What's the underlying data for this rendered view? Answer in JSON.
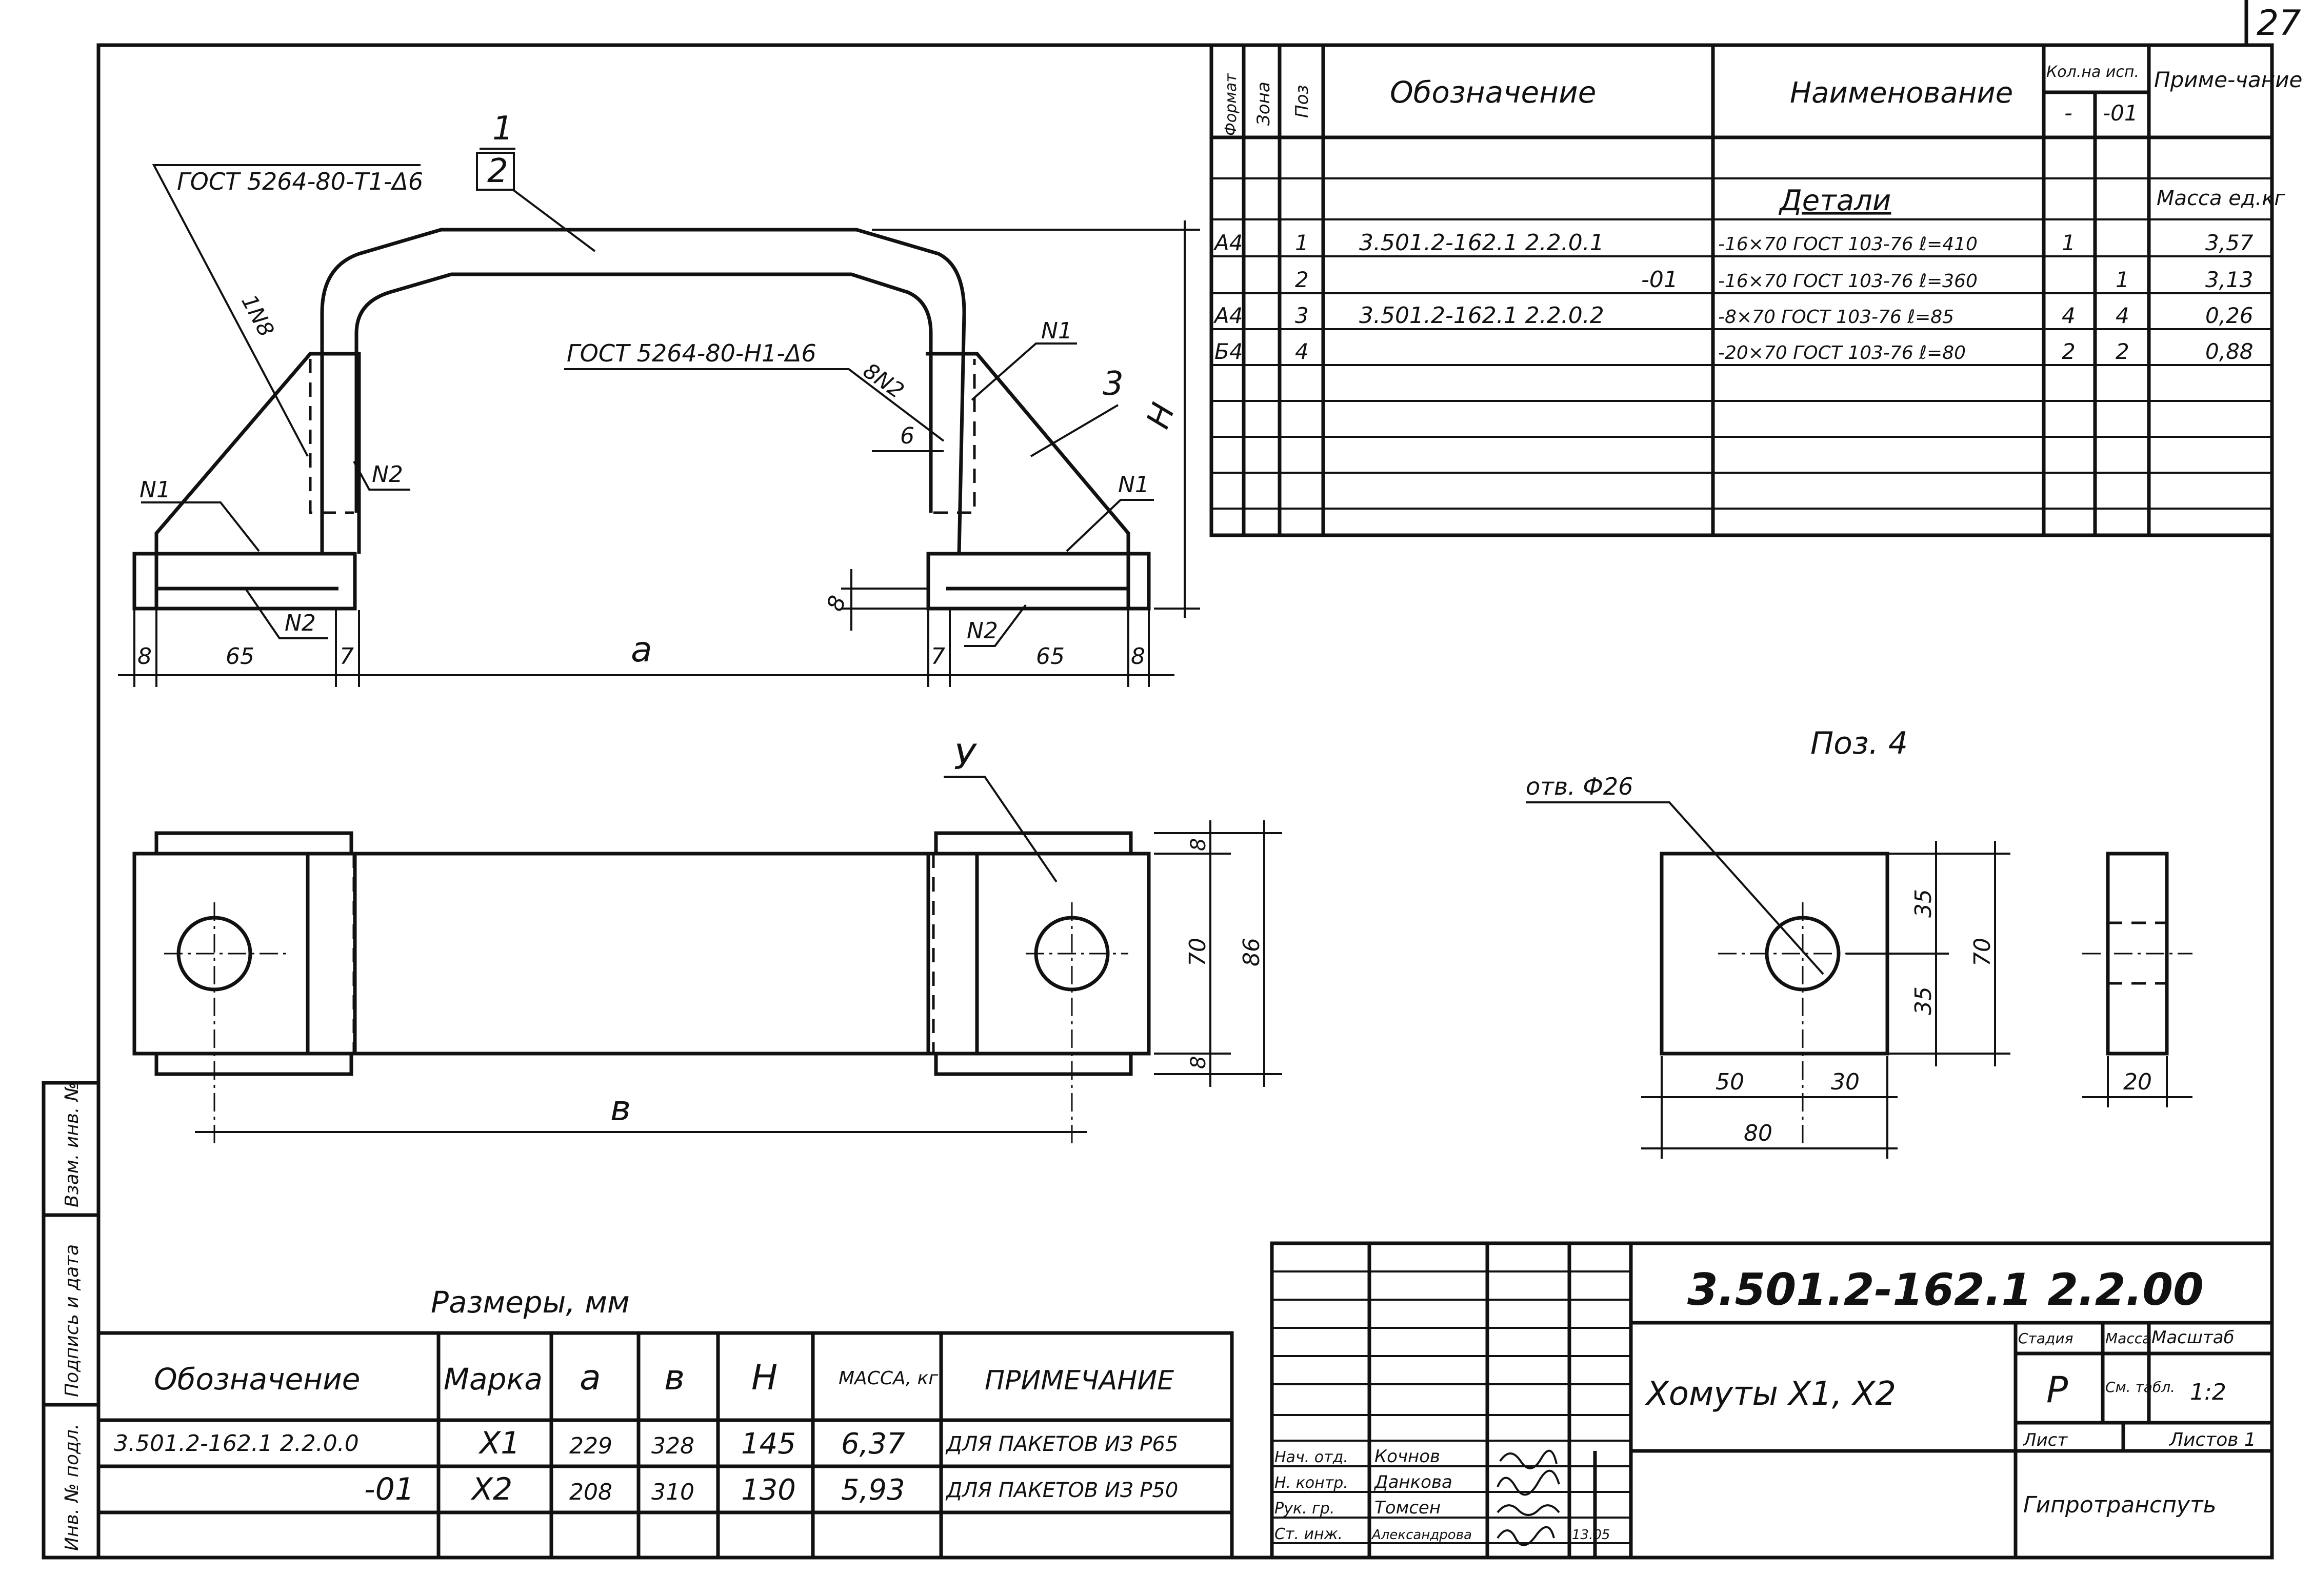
{
  "page_number": "27",
  "drawing": {
    "parts": [
      "1",
      "2",
      "3",
      "4",
      "У"
    ],
    "weld_notes": [
      "ГОСТ 5264-80-Т1-Δ6",
      "ГОСТ 5264-80-Н1-Δ6"
    ],
    "weld_marks": [
      "N1",
      "N2",
      "8N2",
      "1N8"
    ],
    "dims": {
      "d8": "8",
      "d65": "65",
      "d7": "7",
      "a": "а",
      "H": "Н",
      "b": "в",
      "d6": "6",
      "d70": "70",
      "d86": "86",
      "d35": "35",
      "d50": "50",
      "d30": "30",
      "d80": "80",
      "d20": "20"
    },
    "detail_title": "Поз. 4",
    "hole_label": "отв. Ф26"
  },
  "spec": {
    "headers": {
      "format": "Формат",
      "zone": "Зона",
      "pos": "Поз",
      "designation": "Обозначение",
      "name": "Наименование",
      "qty": "Кол.на исп.",
      "qty_a": "-",
      "qty_b": "-01",
      "note": "Приме-чание"
    },
    "section": "Детали",
    "mass_header": "Масса ед.кг",
    "rows": [
      {
        "format": "А4",
        "pos": "1",
        "designation": "3.501.2-162.1   2.2.0.1",
        "name": "-16×70 ГОСТ 103-76    ℓ=410",
        "qa": "1",
        "qb": "",
        "mass": "3,57"
      },
      {
        "format": "",
        "pos": "2",
        "designation": "-01",
        "name": "-16×70 ГОСТ 103-76    ℓ=360",
        "qa": "",
        "qb": "1",
        "mass": "3,13"
      },
      {
        "format": "А4",
        "pos": "3",
        "designation": "3.501.2-162.1   2.2.0.2",
        "name": "-8×70  ГОСТ 103-76  ℓ=85",
        "qa": "4",
        "qb": "4",
        "mass": "0,26"
      },
      {
        "format": "Б4",
        "pos": "4",
        "designation": "",
        "name": "-20×70  ГОСТ 103-76  ℓ=80",
        "qa": "2",
        "qb": "2",
        "mass": "0,88"
      }
    ]
  },
  "sizes": {
    "title": "Размеры, мм",
    "headers": [
      "Обозначение",
      "Марка",
      "а",
      "в",
      "Н",
      "МАССА, кг",
      "ПРИМЕЧАНИЕ"
    ],
    "rows": [
      [
        "3.501.2-162.1 2.2.0.0",
        "Х1",
        "229",
        "328",
        "145",
        "6,37",
        "ДЛЯ ПАКЕТОВ ИЗ Р65"
      ],
      [
        "-01",
        "Х2",
        "208",
        "310",
        "130",
        "5,93",
        "ДЛЯ ПАКЕТОВ ИЗ Р50"
      ]
    ]
  },
  "side_stamp": [
    "Инв. № подл.",
    "Подпись и дата",
    "Взам. инв. №"
  ],
  "title_block": {
    "code": "3.501.2-162.1   2.2.00",
    "name": "Хомуты  Х1, Х2",
    "stage_hdr": "Стадия",
    "mass_hdr": "Масса",
    "scale_hdr": "Масштаб",
    "stage": "Р",
    "mass": "См. табл.",
    "scale": "1:2",
    "sheet_hdr": "Лист",
    "sheets_hdr": "Листов 1",
    "org": "Гипротранспуть",
    "roles": [
      "Нач. отд.",
      "Н. контр.",
      "Рук. гр.",
      "Ст. инж."
    ],
    "names": [
      "Кочнов",
      "Данкова",
      "Томсен",
      "Александрова"
    ],
    "date": "13.05"
  }
}
